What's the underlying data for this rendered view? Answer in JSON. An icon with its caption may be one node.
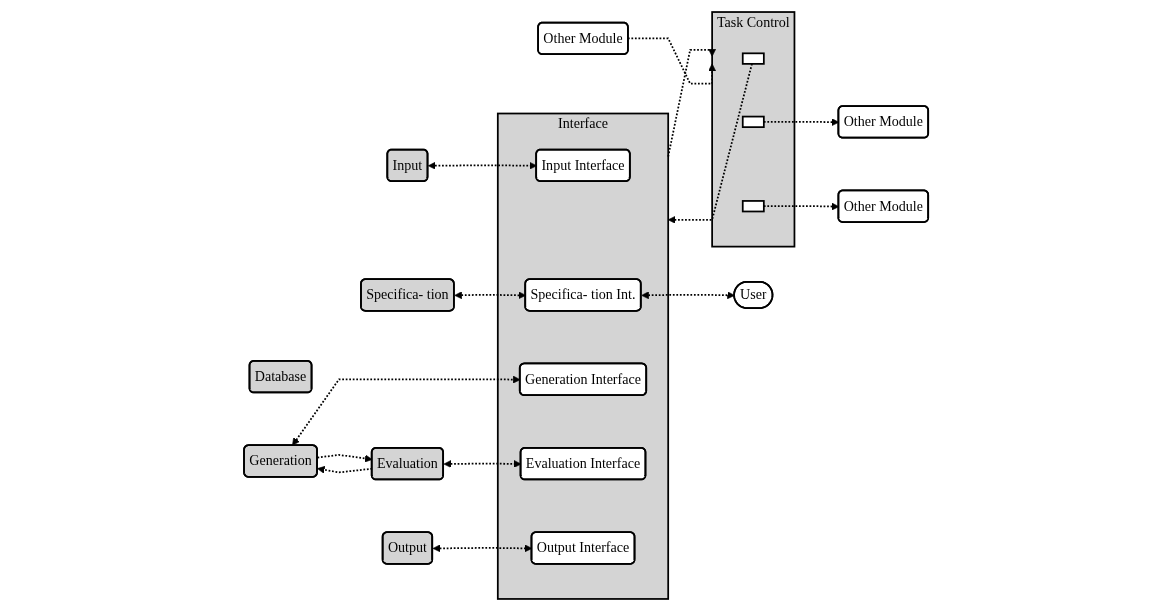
{
  "diagram": {
    "nodes": [
      {
        "text": [
          "Database"
        ]
      },
      {
        "text": [
          "Input"
        ]
      },
      {
        "text": [
          "Specifica- tion"
        ]
      },
      {
        "text": [
          "Generation"
        ]
      },
      {
        "text": [
          "Evaluation"
        ]
      },
      {
        "text": [
          "Output"
        ]
      },
      {
        "text": [
          "Interface"
        ]
      },
      {
        "text": [
          "Input Interface"
        ],
        "in": 6
      },
      {
        "text": [
          "Specifica- tion Int."
        ],
        "in": 6
      },
      {
        "text": [
          "Generation Interface"
        ],
        "in": 6
      },
      {
        "text": [
          "Evaluation Interface"
        ],
        "in": 6
      },
      {
        "text": [
          "Output Interface"
        ],
        "in": 6
      },
      {
        "text": [
          "User"
        ]
      },
      {
        "text": [
          "Task Control"
        ]
      },
      {
        "text": [],
        "shape": "box",
        "in": 13
      },
      {
        "text": [],
        "shape": "box",
        "in": 13
      },
      {
        "text": [],
        "shape": "box",
        "in": 13
      },
      {
        "text": [
          "Other Module"
        ]
      },
      {
        "text": [
          "Other Module"
        ]
      },
      {
        "text": [
          "Other Module"
        ]
      }
    ],
    "edges": [
      {
        "from": 1,
        "to": 7,
        "arrow": "both",
        "style": "dashed"
      },
      {
        "from": 2,
        "to": 8,
        "arrow": "both",
        "style": "dashed"
      },
      {
        "from": 3,
        "to": 9,
        "arrow": "both",
        "style": "dashed"
      },
      {
        "from": 4,
        "to": 10,
        "arrow": "both",
        "style": "dashed"
      },
      {
        "from": 5,
        "to": 11,
        "arrow": "both",
        "style": "dashed"
      },
      {
        "from": 3,
        "to": 4,
        "arrow": "to",
        "style": "dashed"
      },
      {
        "from": 4,
        "to": 3,
        "arrow": "to",
        "style": "dashed"
      },
      {
        "from": 8,
        "to": 12,
        "arrow": "both",
        "style": "dashed"
      },
      {
        "from": 6,
        "to": 13,
        "arrow": "to",
        "style": "dashed"
      },
      {
        "from": 14,
        "to": 6,
        "arrow": "to",
        "style": "dashed"
      },
      {
        "from": 17,
        "to": 13,
        "arrow": "to",
        "style": "dashed"
      },
      {
        "from": 15,
        "to": 18,
        "arrow": "to",
        "style": "dashed"
      },
      {
        "from": 16,
        "to": 19,
        "arrow": "to",
        "style": "dashed"
      }
    ]
  }
}
